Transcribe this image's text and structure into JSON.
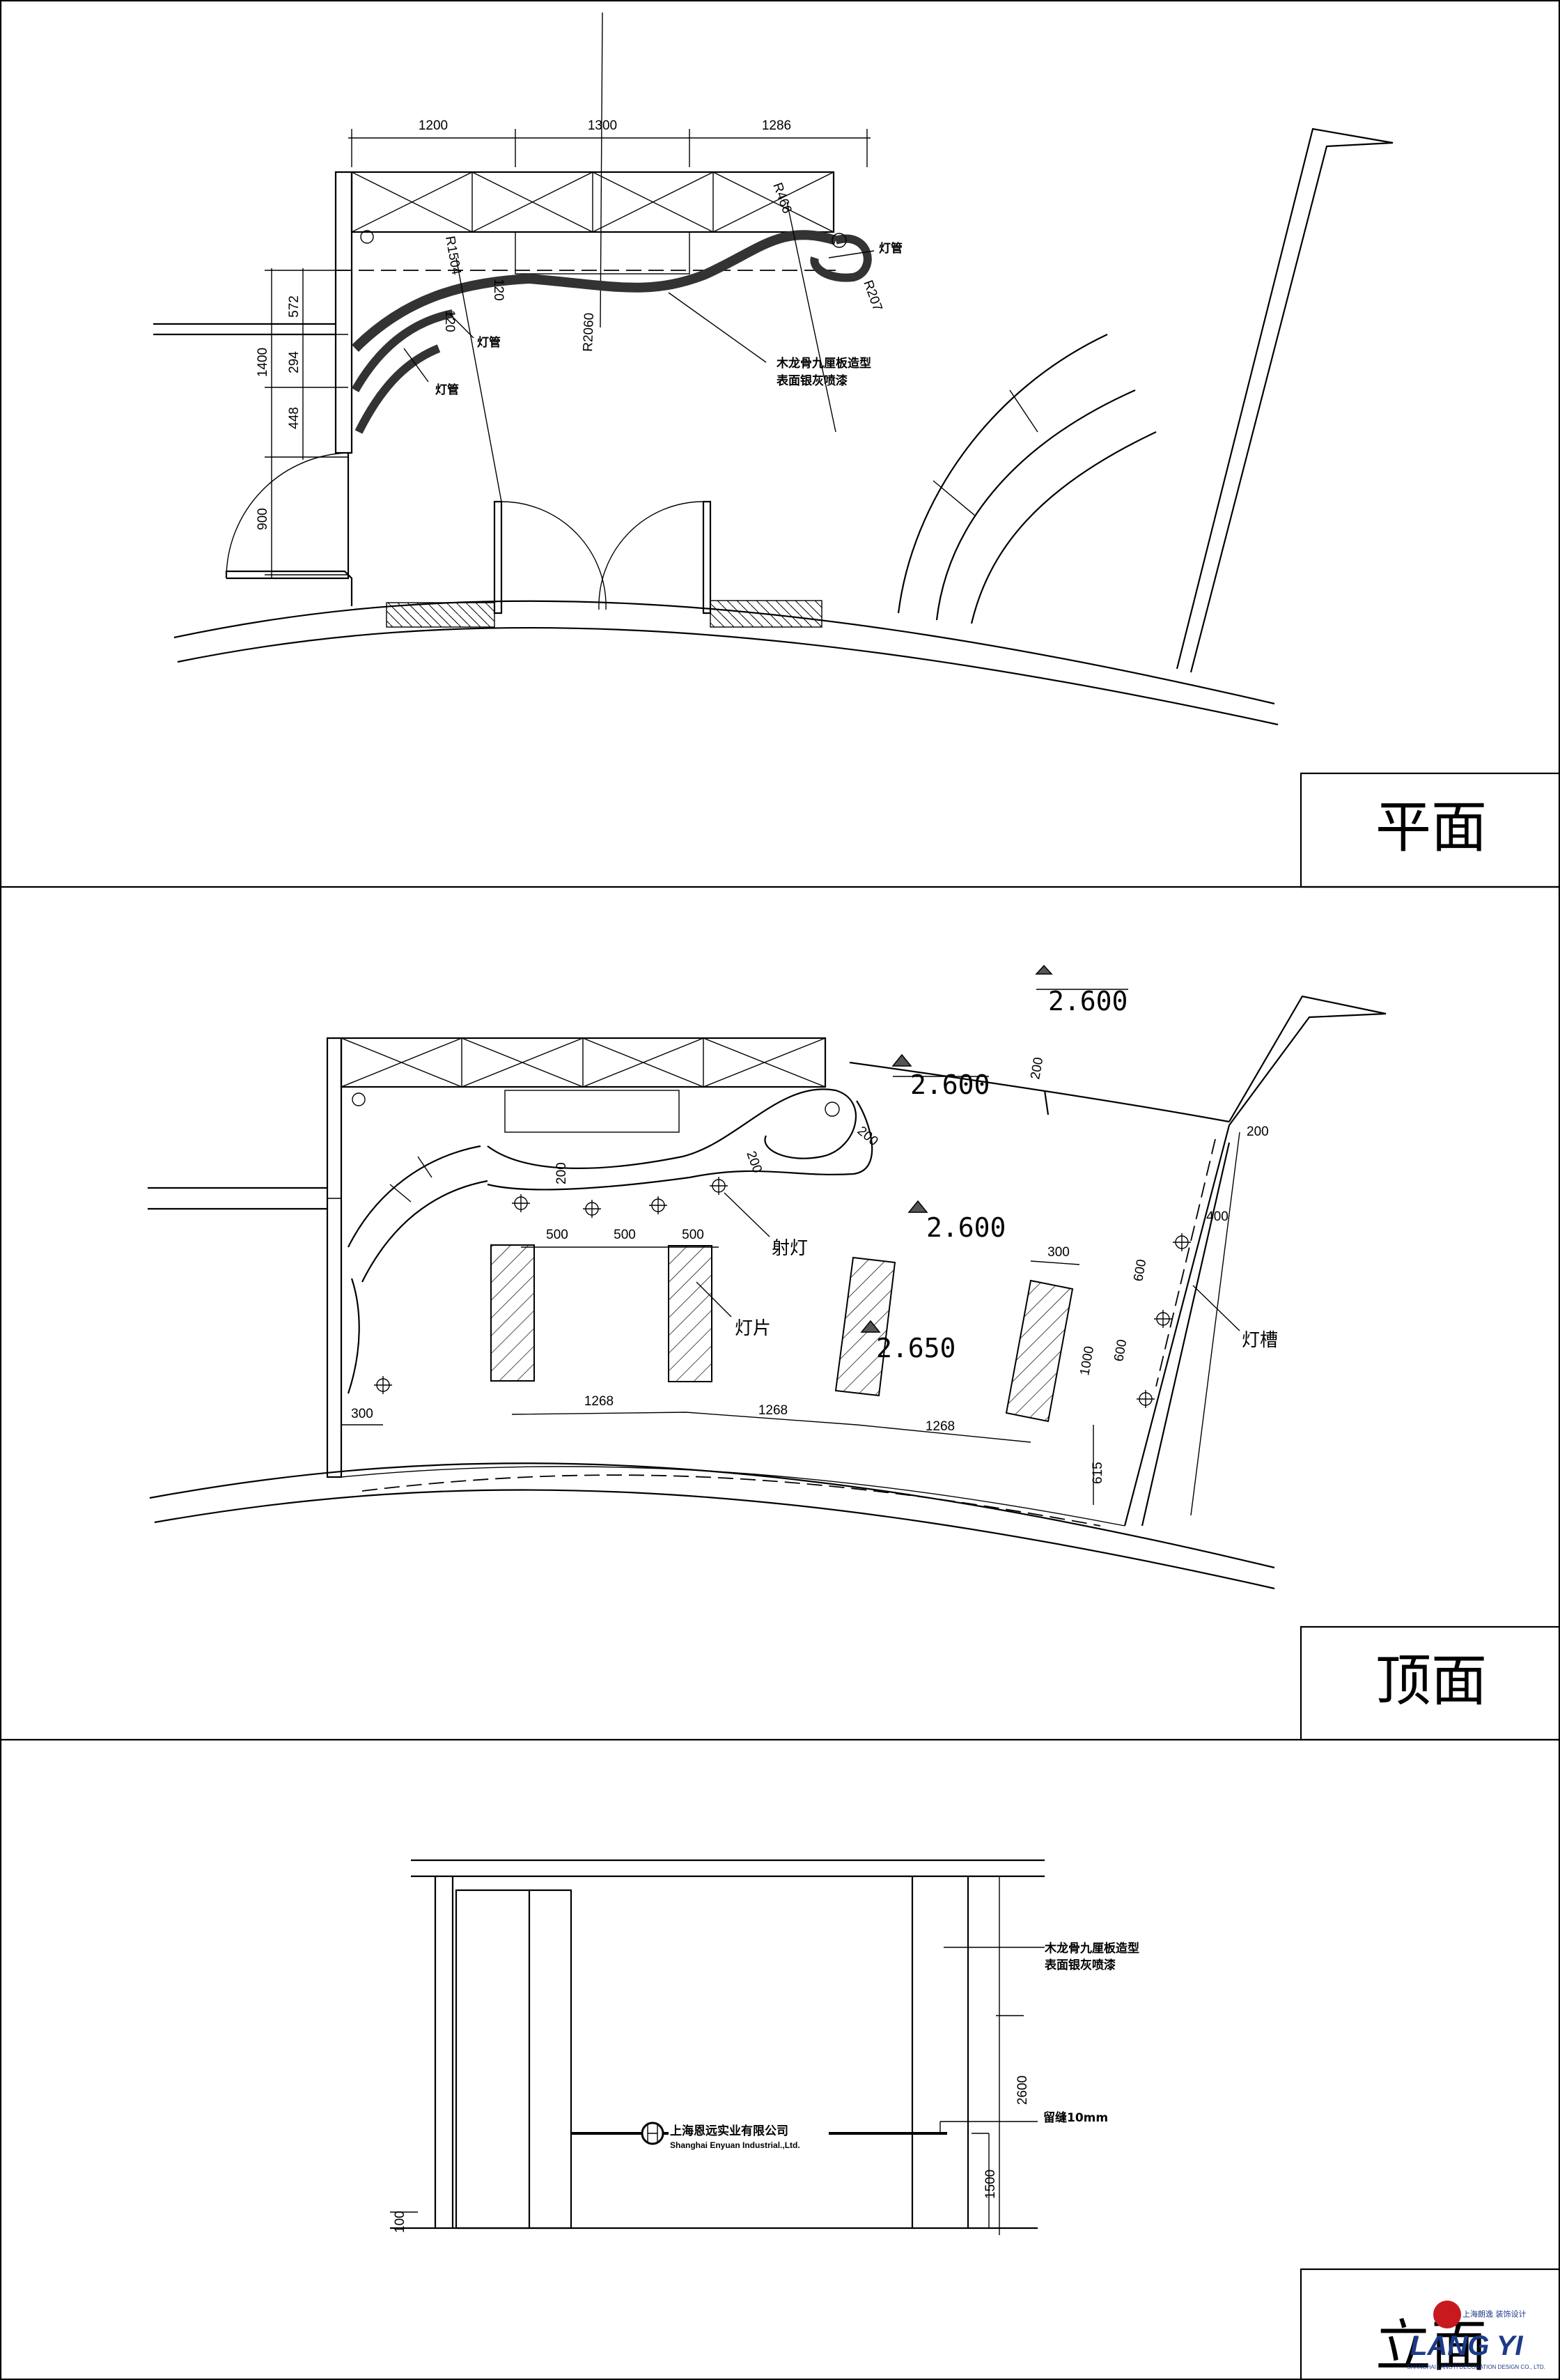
{
  "panels": {
    "plan": {
      "title": "平面",
      "dims_top": [
        "1200",
        "1300",
        "1286"
      ],
      "dims_left": [
        "572",
        "1400",
        "294",
        "448",
        "900"
      ],
      "radii": [
        "R1504",
        "R466",
        "R207",
        "R2060"
      ],
      "small_dims": [
        "120",
        "120"
      ],
      "light_tube": "灯管",
      "material_note_1": "木龙骨九厘板造型",
      "material_note_2": "表面银灰喷漆"
    },
    "ceiling": {
      "title": "顶面",
      "elevations": [
        "2.600",
        "2.600",
        "2.600",
        "2.650"
      ],
      "spot_label": "射灯",
      "panel_label": "灯片",
      "slot_label": "灯槽",
      "spacing": [
        "500",
        "500",
        "500"
      ],
      "bottom_spacing": [
        "1268",
        "1268",
        "1268"
      ],
      "widths": [
        "200",
        "200",
        "200",
        "200",
        "300",
        "300",
        "400",
        "600",
        "600",
        "1000",
        "615"
      ]
    },
    "elevation": {
      "title": "立面",
      "material_note_1": "木龙骨九厘板造型",
      "material_note_2": "表面银灰喷漆",
      "gap_note": "留缝10mm",
      "company_cn": "上海恩远实业有限公司",
      "company_en": "Shanghai Enyuan Industrial.,Ltd.",
      "dims": [
        "2600",
        "1500",
        "100"
      ]
    }
  },
  "brand": {
    "name": "LANG YI",
    "tagline_cn": "上海朗逸 装饰设计",
    "tagline_en": "SHANGHAI LANGYI DECORATION DESIGN CO., LTD.",
    "accent": "#c8191e",
    "text_color": "#1d3a8a"
  }
}
